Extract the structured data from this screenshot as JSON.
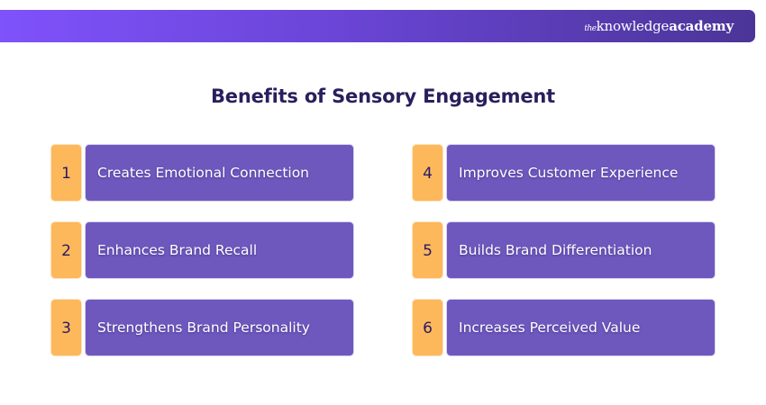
{
  "header": {
    "logo": {
      "prefix": "the",
      "word1": "knowledge",
      "word2": "academy"
    },
    "gradient_colors": [
      "#7f52fb",
      "#4b3597"
    ]
  },
  "title": "Benefits of Sensory Engagement",
  "colors": {
    "number_box": "#fdb85b",
    "label_box": "#6e58be",
    "number_text": "#2a1a66",
    "title_text": "#2a1f5c"
  },
  "items": [
    {
      "number": "1",
      "label": "Creates Emotional Connection"
    },
    {
      "number": "2",
      "label": "Enhances Brand Recall"
    },
    {
      "number": "3",
      "label": "Strengthens Brand Personality"
    },
    {
      "number": "4",
      "label": "Improves Customer Experience"
    },
    {
      "number": "5",
      "label": "Builds Brand Differentiation"
    },
    {
      "number": "6",
      "label": "Increases Perceived Value"
    }
  ]
}
